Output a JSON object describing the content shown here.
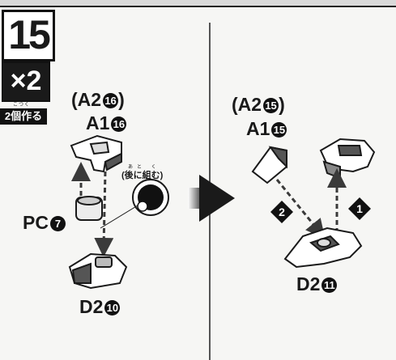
{
  "step": {
    "number": "15",
    "quantity": "×2",
    "quantity_ruby": "こつく",
    "quantity_note": "2個作る"
  },
  "left_panel": {
    "part_label_line1": "(A2",
    "part_label_line1_num": "16",
    "part_label_line1_close": ")",
    "part_label_line2": "A1",
    "part_label_line2_num": "16",
    "pc_label": "PC",
    "pc_num": "7",
    "note_ruby": "あと く",
    "note": "(後に組む)",
    "bottom_label": "D2",
    "bottom_num": "10"
  },
  "right_panel": {
    "part_label_line1": "(A2",
    "part_label_line1_num": "15",
    "part_label_line1_close": ")",
    "part_label_line2": "A1",
    "part_label_line2_num": "15",
    "order_1": "1",
    "order_2": "2",
    "bottom_label": "D2",
    "bottom_num": "11"
  },
  "colors": {
    "ink": "#1a1a1a",
    "paper": "#f6f6f4",
    "arrow": "#3a3a3a"
  }
}
